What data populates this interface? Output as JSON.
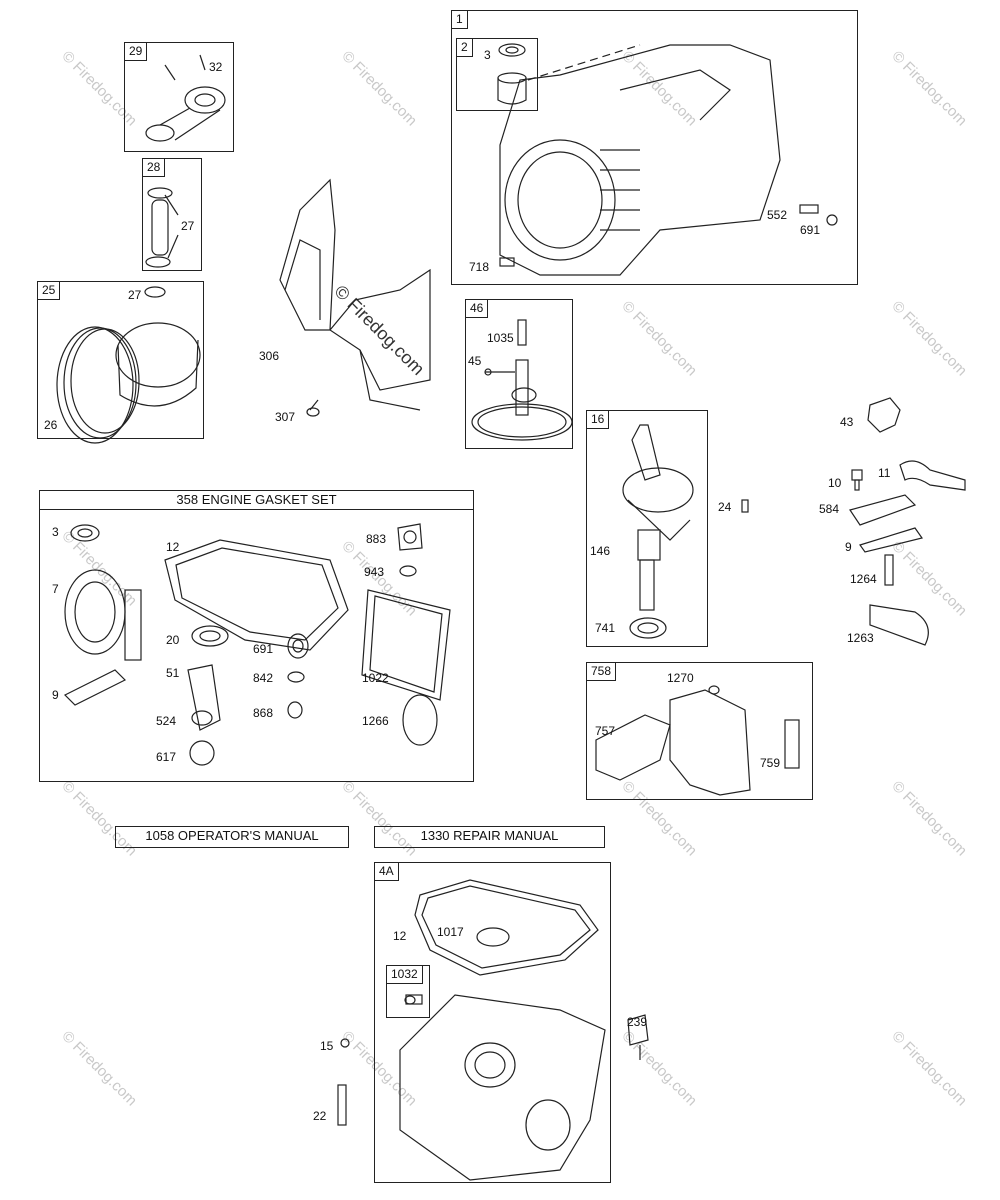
{
  "watermark": "© Firedog.com",
  "boxes": {
    "b1": "1",
    "b2": "2",
    "b29": "29",
    "b28": "28",
    "b25": "25",
    "b46": "46",
    "b16": "16",
    "b758": "758",
    "b4a": "4A",
    "b1032": "1032"
  },
  "headers": {
    "gasket": "358 ENGINE GASKET SET",
    "operator": "1058 OPERATOR'S MANUAL",
    "repair": "1330 REPAIR MANUAL"
  },
  "labels": {
    "l3a": "3",
    "l552": "552",
    "l691a": "691",
    "l718": "718",
    "l32": "32",
    "l27a": "27",
    "l27b": "27",
    "l26": "26",
    "l306": "306",
    "l307": "307",
    "l1035": "1035",
    "l45": "45",
    "l43": "43",
    "l10": "10",
    "l11": "11",
    "l584": "584",
    "l9a": "9",
    "l1264": "1264",
    "l1263": "1263",
    "l24": "24",
    "l146": "146",
    "l741": "741",
    "l1270": "1270",
    "l757": "757",
    "l759": "759",
    "g3": "3",
    "g7": "7",
    "g9": "9",
    "g12": "12",
    "g20": "20",
    "g51": "51",
    "g524": "524",
    "g617": "617",
    "g691": "691",
    "g842": "842",
    "g868": "868",
    "g883": "883",
    "g943": "943",
    "g1022": "1022",
    "g1266": "1266",
    "l12b": "12",
    "l1017": "1017",
    "l15": "15",
    "l22": "22",
    "l239": "239"
  }
}
